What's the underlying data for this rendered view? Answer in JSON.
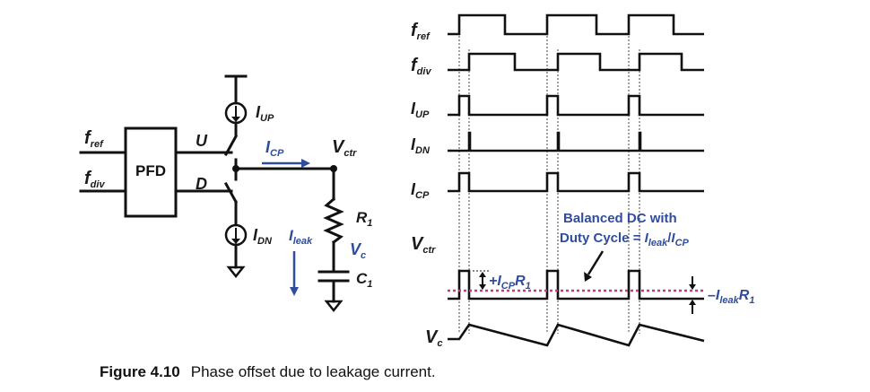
{
  "labels": {
    "pfd": "PFD",
    "f": "f",
    "ref": "ref",
    "div": "div",
    "u": "U",
    "d": "D",
    "i": "I",
    "up": "UP",
    "dn": "DN",
    "cp": "CP",
    "leak": "leak",
    "v": "V",
    "ctr": "ctr",
    "c": "c",
    "r": "R",
    "r1sub": "1",
    "c1": "C",
    "c1sub": "1",
    "plus": "+",
    "minus": "–",
    "balanced_line1": "Balanced DC with",
    "balanced_line2_a": "Duty Cycle = ",
    "slash": "/"
  },
  "caption": {
    "number": "Figure 4.10",
    "text": "Phase offset due to leakage current."
  },
  "colors": {
    "ink": "#111111",
    "blue": "#2f4d9c",
    "dotted_line": "#d63384"
  }
}
